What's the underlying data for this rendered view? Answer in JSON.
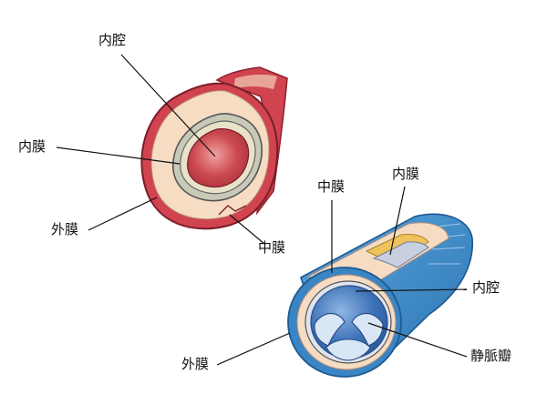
{
  "artery": {
    "labels": {
      "lumen": "内腔",
      "intima": "内膜",
      "adventitia": "外膜",
      "media": "中膜"
    }
  },
  "vein": {
    "labels": {
      "media": "中膜",
      "intima": "内膜",
      "lumen": "内腔",
      "adventitia": "外膜",
      "valve": "静脈瓣"
    }
  },
  "colors": {
    "artery_outer": "#d0434f",
    "artery_wall": "#f5dcc3",
    "artery_lumen": "#c84048",
    "vein_outer": "#3a86c4",
    "vein_wall": "#f5dcc3",
    "vein_lumen": "#3e72b8",
    "vein_valve": "#d9e6f5"
  }
}
